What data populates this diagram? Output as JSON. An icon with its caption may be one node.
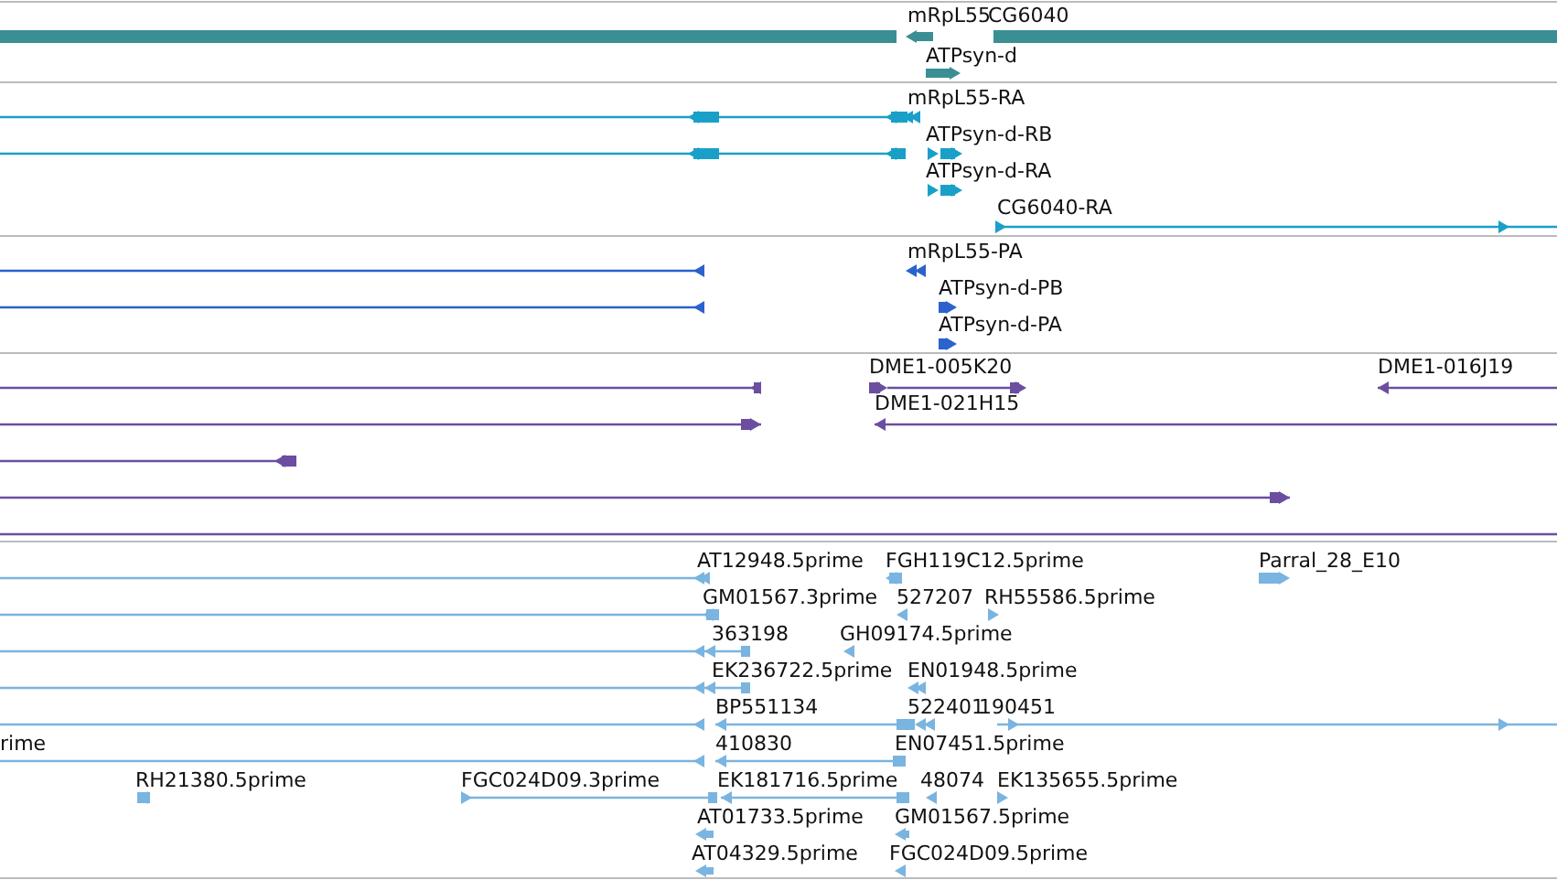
{
  "diagram": {
    "labels": [
      "mRpL55",
      "CG6040",
      "ATPsyn-d",
      "mRpL55-RA",
      "ATPsyn-d-RB",
      "ATPsyn-d-RA",
      "CG6040-RA",
      "mRpL55-PA",
      "ATPsyn-d-PB",
      "ATPsyn-d-PA",
      "DME1-005K20",
      "DME1-016J19",
      "DME1-021H15",
      "AT12948.5prime",
      "FGH119C12.5prime",
      "Parral_28_E10",
      "GM01567.3prime",
      "527207",
      "RH55586.5prime",
      "363198",
      "GH09174.5prime",
      "EK236722.5prime",
      "EN01948.5prime",
      "BP551134",
      "522401",
      "190451",
      "rime",
      "410830",
      "EN07451.5prime",
      "RH21380.5prime",
      "FGC024D09.3prime",
      "EK181716.5prime",
      "48074",
      "EK135655.5prime",
      "AT01733.5prime",
      "GM01567.5prime",
      "AT04329.5prime",
      "FGC024D09.5prime"
    ]
  }
}
